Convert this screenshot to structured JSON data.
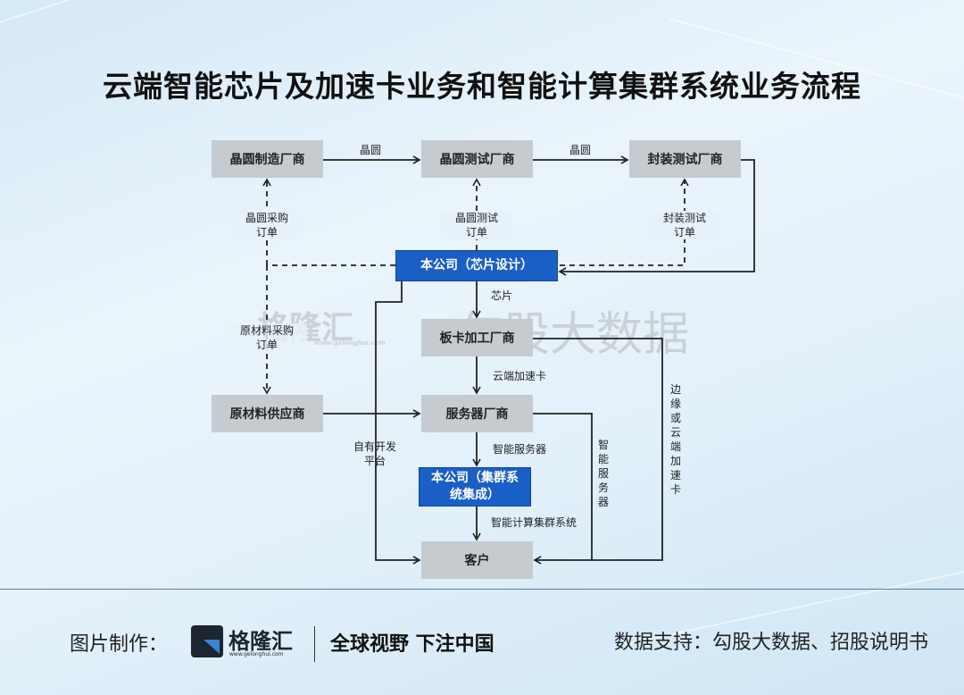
{
  "title": "云端智能芯片及加速卡业务和智能计算集群系统业务流程",
  "nodes": {
    "wafer_fab": "晶圆制造厂商",
    "wafer_test": "晶圆测试厂商",
    "package_test": "封装测试厂商",
    "company_design": "本公司（芯片设计）",
    "board": "板卡加工厂商",
    "raw_material": "原材料供应商",
    "server": "服务器厂商",
    "company_cluster": "本公司（集群系统集成）",
    "customer": "客户"
  },
  "edges": {
    "wafer1": "晶圆",
    "wafer2": "晶圆",
    "wafer_purchase": "晶圆采购\n订单",
    "wafer_test_order": "晶圆测试\n订单",
    "package_test_order": "封装测试\n订单",
    "raw_purchase": "原材料采购\n订单",
    "chip": "芯片",
    "cloud_card": "云端加速卡",
    "smart_server": "智能服务器",
    "cluster_system": "智能计算集群系统",
    "own_platform": "自有开发\n平台",
    "smart_server_v": "智能服务器",
    "edge_cloud_card": "边缘或云端加速卡"
  },
  "watermark": {
    "brand": "格隆汇",
    "url": "www.gelonghui.com",
    "source": "勾股大数据"
  },
  "footer": {
    "made_by": "图片制作：",
    "logo_text": "格隆汇",
    "logo_url": "www.gelonghui.com",
    "slogan": "全球视野 下注中国",
    "source": "数据支持：勾股大数据、招股说明书"
  }
}
